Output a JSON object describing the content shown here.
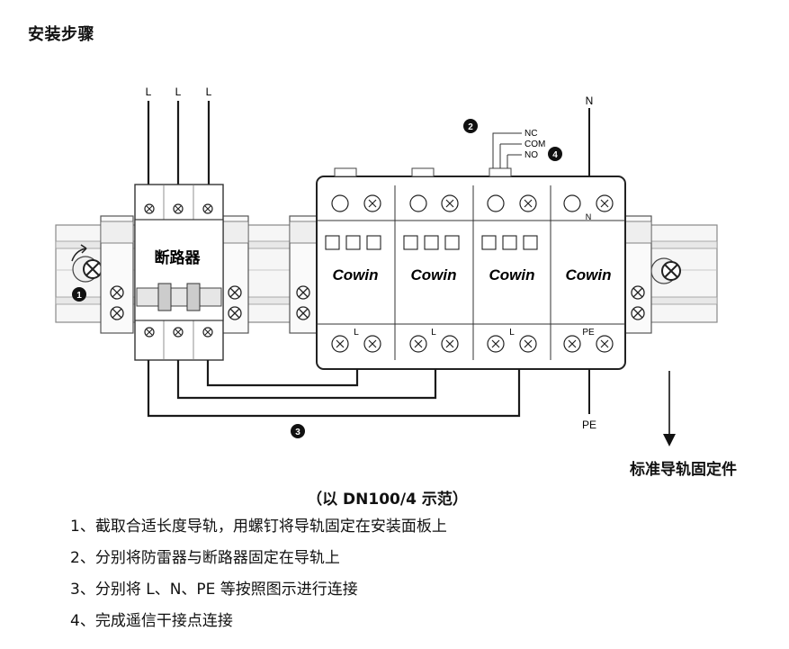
{
  "title": "安装步骤",
  "terminals": {
    "L1": "L",
    "L2": "L",
    "L3": "L",
    "N": "N",
    "PE": "PE",
    "nc": "NC",
    "com": "COM",
    "no": "NO",
    "module_labels": [
      "L",
      "L",
      "L",
      "PE"
    ],
    "module_n_label": "N"
  },
  "breaker_label": "断路器",
  "brand": "Cowin",
  "step_markers": [
    "1",
    "2",
    "3",
    "4"
  ],
  "rail_label": "标准导轨固定件",
  "caption": "（以 DN100/4 示范）",
  "steps": [
    "1、截取合适长度导轨，用螺钉将导轨固定在安装面板上",
    "2、分别将防雷器与断路器固定在导轨上",
    "3、分别将 L、N、PE 等按照图示进行连接",
    "4、完成遥信干接点连接"
  ],
  "colors": {
    "line": "#1a1a1a",
    "rail": "#f4f4f4",
    "rail_edge": "#777777"
  }
}
